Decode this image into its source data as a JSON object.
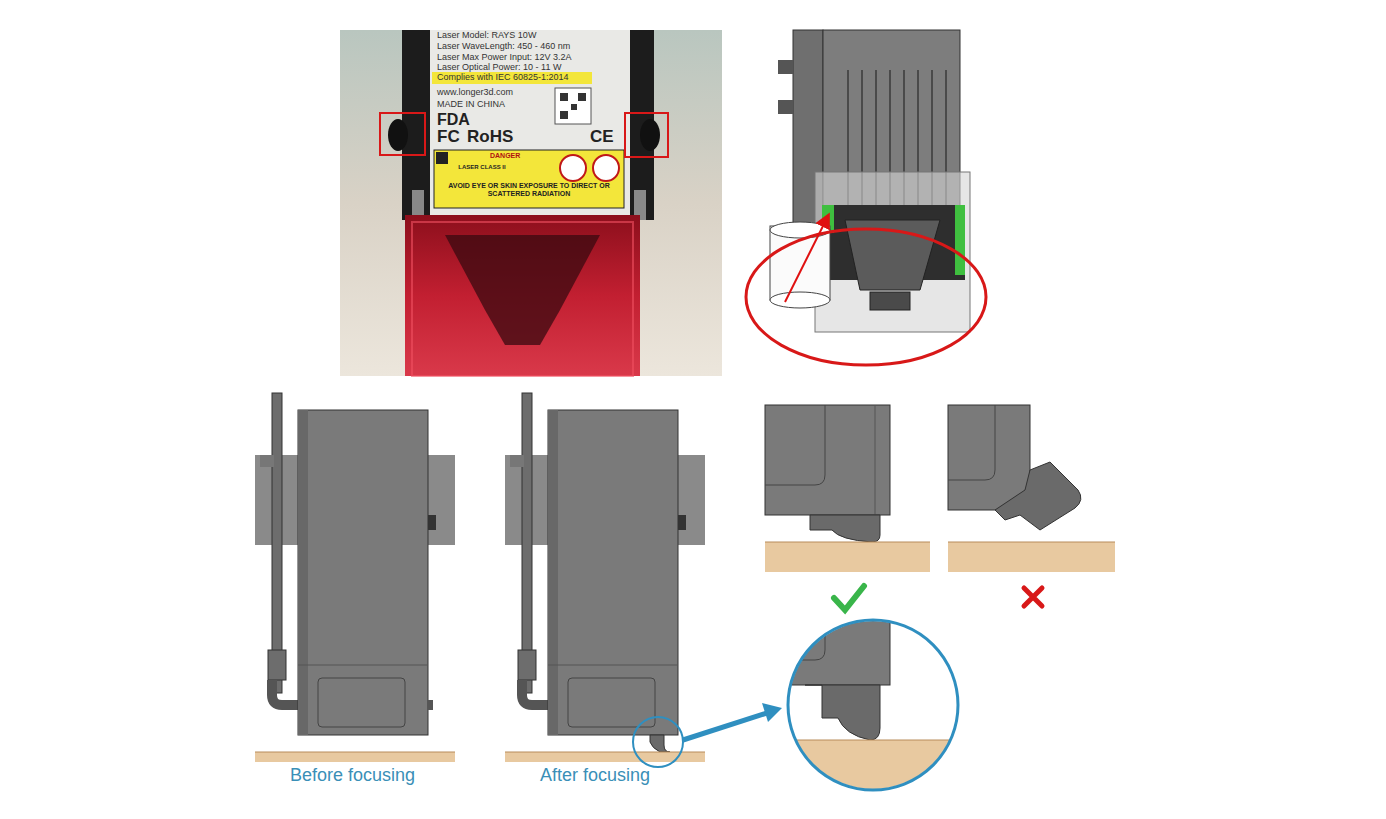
{
  "diagram": {
    "labels": [
      "Laser Model: RAYS 10W",
      "Laser WaveLength: 450 - 460 nm",
      "Laser Max Power Input: 12V 3.2A",
      "Laser Optical Power: 10 - 11 W",
      "Complies with IEC 60825-1:2014",
      "www.longer3d.com",
      "MADE IN CHINA",
      "FDA",
      "FC",
      "RoHS",
      "CE",
      "DANGER",
      "LASER CLASS II",
      "AVOID EYE OR SKIN EXPOSURE TO DIRECT OR SCATTERED RADIATION",
      "Before focusing",
      "After focusing"
    ]
  }
}
